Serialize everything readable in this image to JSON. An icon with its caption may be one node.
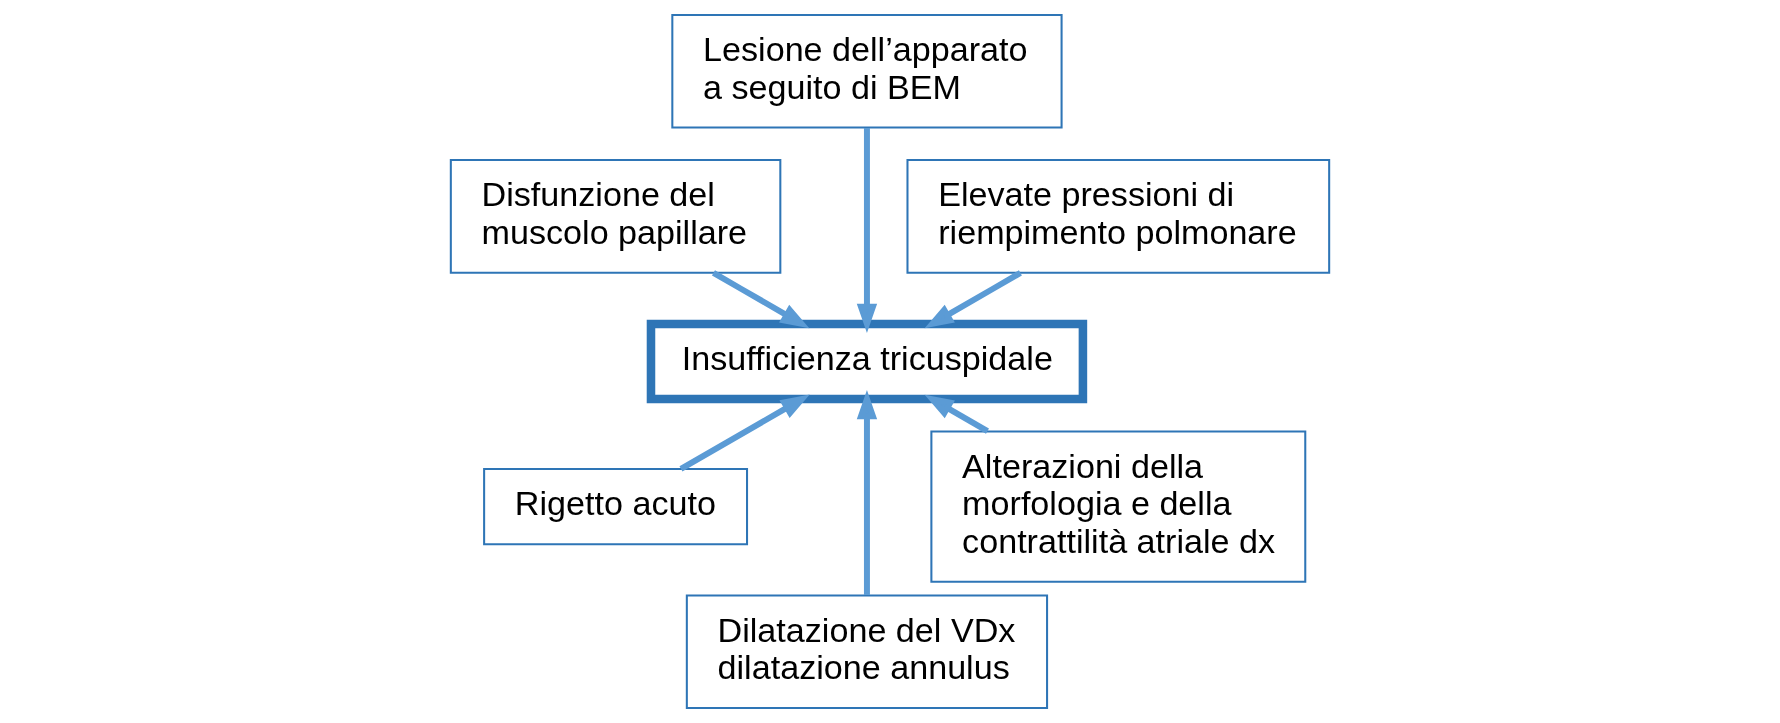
{
  "diagram": {
    "nodes": [
      {
        "text": [
          "Elevate pressioni di riempimento polmonare"
        ]
      },
      {
        "text": [
          "Lesione dell’apparato a seguito di BEM"
        ]
      },
      {
        "text": [
          "Disfunzione del muscolo papillare"
        ]
      },
      {
        "text": [
          "Insufficienza tricuspidale"
        ]
      },
      {
        "text": [
          "Rigetto acuto"
        ]
      },
      {
        "text": [
          "Dilatazione del VDx dilatazione annulus"
        ]
      },
      {
        "text": [
          "Alterazioni della morfologia e della contrattilità atriale dx"
        ]
      }
    ],
    "edges": [
      {
        "from": 0,
        "to": 3,
        "arrow": "to"
      },
      {
        "from": 1,
        "to": 3,
        "arrow": "to"
      },
      {
        "from": 2,
        "to": 3,
        "arrow": "to"
      },
      {
        "from": 4,
        "to": 3,
        "arrow": "to"
      },
      {
        "from": 5,
        "to": 3,
        "arrow": "to"
      },
      {
        "from": 6,
        "to": 3,
        "arrow": "to"
      }
    ]
  }
}
